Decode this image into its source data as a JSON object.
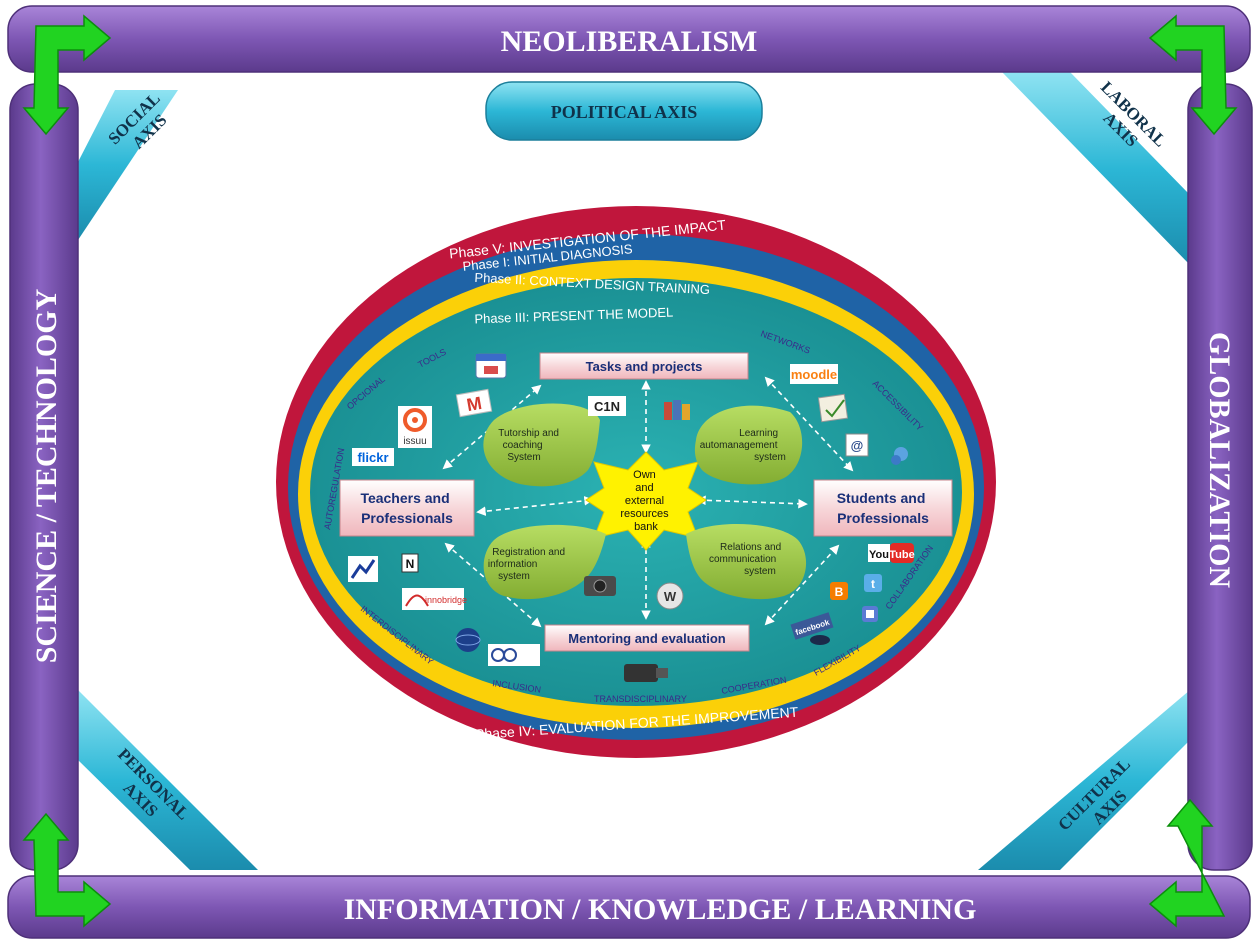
{
  "frame": {
    "top": "NEOLIBERALISM",
    "bottom": "INFORMATION / KNOWLEDGE / LEARNING",
    "left": "SCIENCE / TECHNOLOGY",
    "right": "GLOBALIZATION"
  },
  "axes": {
    "political": "POLITICAL AXIS",
    "social": [
      "SOCIAL",
      "AXIS"
    ],
    "laboral": [
      "LABORAL",
      "AXIS"
    ],
    "personal": [
      "PERSONAL",
      "AXIS"
    ],
    "cultural": [
      "CULTURAL",
      "AXIS"
    ]
  },
  "phases": {
    "p5": "Phase V: INVESTIGATION OF THE IMPACT",
    "p1": "Phase I: INITIAL DIAGNOSIS",
    "p2": "Phase II: CONTEXT DESIGN TRAINING",
    "p3": "Phase III: PRESENT THE MODEL",
    "p4": "Phase IV: EVALUATION FOR THE IMPROVEMENT"
  },
  "boxes": {
    "tasks": "Tasks and projects",
    "mentoring": "Mentoring and evaluation",
    "teachers": [
      "Teachers and",
      "Professionals"
    ],
    "students": [
      "Students and",
      "Professionals"
    ]
  },
  "center": [
    "Own",
    "and",
    "external",
    "resources",
    "bank"
  ],
  "leaves": {
    "tutorship": [
      "Tutorship and",
      "coaching",
      "System"
    ],
    "learning": [
      "Learning",
      "automanagement",
      "system"
    ],
    "registration": [
      "Registration and",
      "information",
      "system"
    ],
    "relations": [
      "Relations and",
      "communication",
      "system"
    ]
  },
  "keywords": {
    "tools": "TOOLS",
    "opcional": "OPCIONAL",
    "networks": "NETWORKS",
    "accessibility": "ACCESSIBILITY",
    "autoregulation": "AUTOREGULATION",
    "interdisciplinary": "INTERDISCIPLINARY",
    "inclusion": "INCLUSION",
    "transdisciplinary": "TRANSDISCIPLINARY",
    "cooperation": "COOPERATION",
    "flexibility": "FLEXIBILITY",
    "collaboration": "COLLABORATION"
  },
  "logos": {
    "c1n": "C1N",
    "moodle": "moodle",
    "issuu": "issuu",
    "flickr": "flickr",
    "innobridge": "innobridge",
    "youtube_you": "You",
    "youtube_tube": "Tube",
    "facebook": "facebook",
    "at": "@",
    "gmail": "M",
    "blogger": "B"
  },
  "colors": {
    "frame_purple": "#7e57b4",
    "axis_cyan": "#2cb7d6",
    "arrow_green": "#21d321",
    "ring_red": "#c0163c",
    "ring_blue": "#1f63a6",
    "ring_yellow": "#fbd008",
    "inner_teal": "#1d9fa2",
    "center_yellow": "#fff200",
    "box_pink": "#f7d7da",
    "leaf_green": "#9cc842"
  }
}
